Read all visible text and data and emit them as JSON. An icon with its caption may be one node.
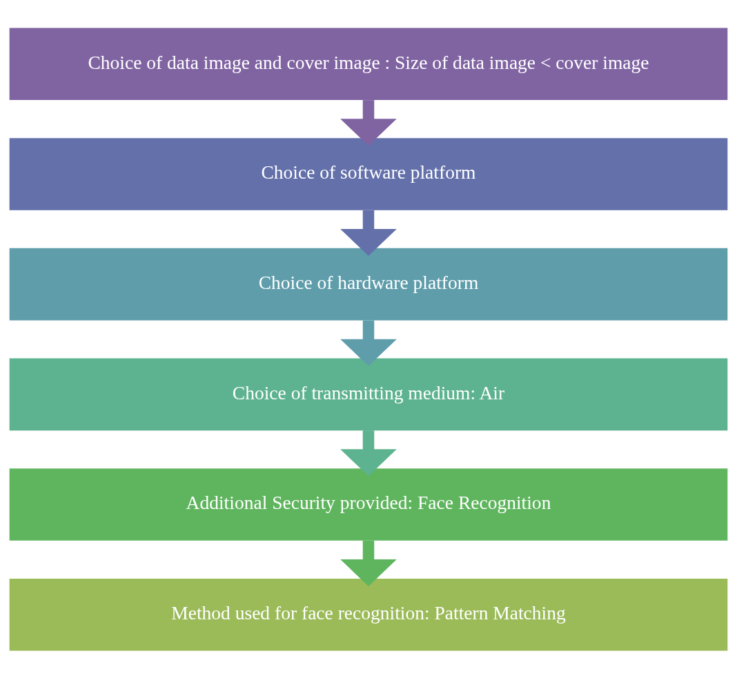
{
  "diagram": {
    "nodes": [
      {
        "text": [
          "Choice of data image and cover image : Size of data image < cover image"
        ]
      },
      {
        "text": [
          "Choice of software platform"
        ]
      },
      {
        "text": [
          "Choice of hardware platform"
        ]
      },
      {
        "text": [
          "Choice of transmitting medium: Air"
        ]
      },
      {
        "text": [
          "Additional Security provided: Face Recognition"
        ]
      },
      {
        "text": [
          "Method used for face recognition: Pattern Matching"
        ]
      }
    ],
    "edges": [
      {
        "from": 0,
        "to": 1,
        "arrow": "to",
        "color": "#8064a2"
      },
      {
        "from": 1,
        "to": 2,
        "arrow": "to",
        "color": "#6370aa"
      },
      {
        "from": 2,
        "to": 3,
        "arrow": "to",
        "color": "#5f9dab"
      },
      {
        "from": 3,
        "to": 4,
        "arrow": "to",
        "color": "#5db38f"
      },
      {
        "from": 4,
        "to": 5,
        "arrow": "to",
        "color": "#5fb55e"
      }
    ]
  }
}
